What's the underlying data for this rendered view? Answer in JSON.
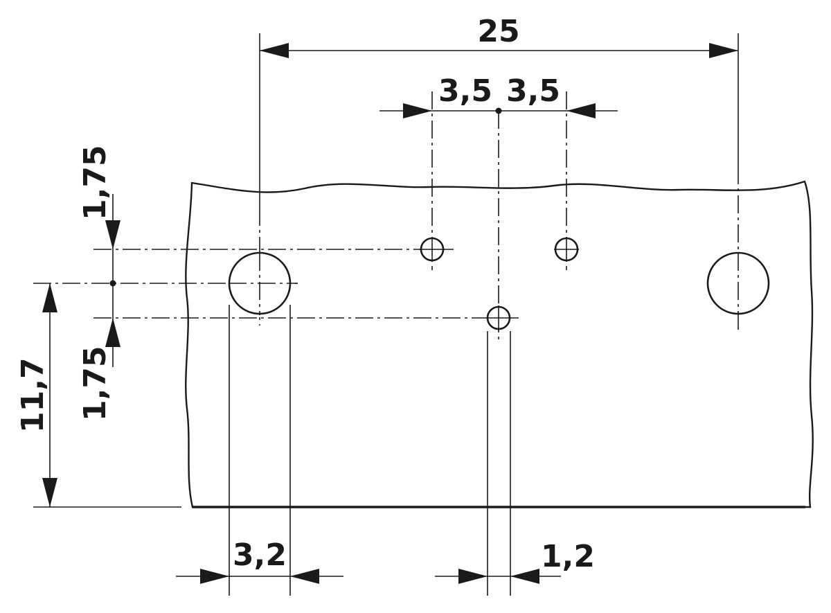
{
  "dimensions": {
    "d25": "25",
    "d3_5_left": "3,5",
    "d3_5_right": "3,5",
    "d1_75_top": "1,75",
    "d1_75_bottom": "1,75",
    "d11_7": "11,7",
    "d3_2": "3,2",
    "d1_2": "1,2"
  }
}
